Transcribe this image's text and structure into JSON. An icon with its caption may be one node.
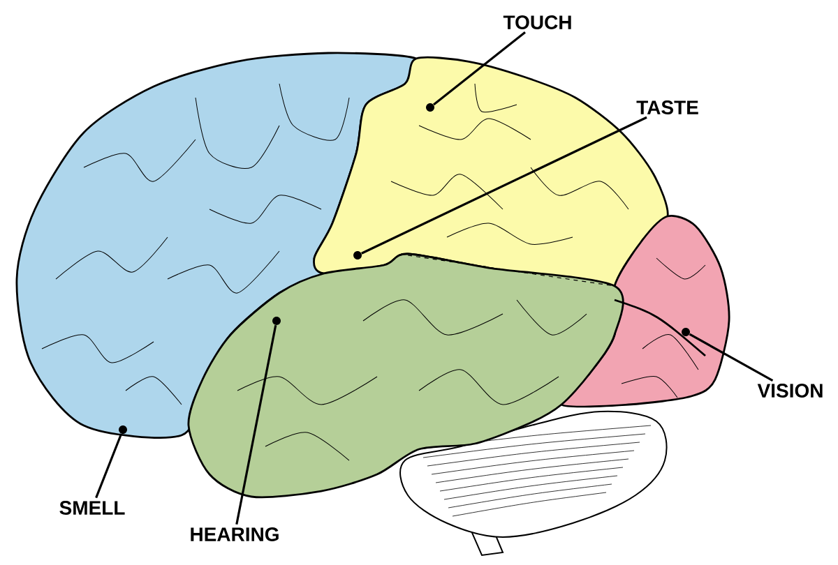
{
  "diagram": {
    "nodes": [
      {
        "text": [
          "TOUCH"
        ]
      },
      {
        "text": [],
        "shape": "circle"
      },
      {
        "text": [
          "TASTE"
        ]
      },
      {
        "text": [],
        "shape": "circle"
      },
      {
        "text": [],
        "shape": "circle"
      },
      {
        "text": [
          "VISION"
        ]
      },
      {
        "text": [],
        "shape": "circle"
      },
      {
        "text": [],
        "shape": "circle"
      },
      {
        "text": [
          "SMELL"
        ]
      },
      {
        "text": [
          "HEARING"
        ]
      }
    ],
    "edges": [
      {
        "from": 0,
        "to": 1,
        "arrow": "none"
      },
      {
        "from": 2,
        "to": 3,
        "arrow": "none"
      },
      {
        "from": 5,
        "to": 4,
        "arrow": "none"
      },
      {
        "from": 8,
        "to": 7,
        "arrow": "none"
      },
      {
        "from": 9,
        "to": 6,
        "arrow": "none"
      }
    ]
  }
}
